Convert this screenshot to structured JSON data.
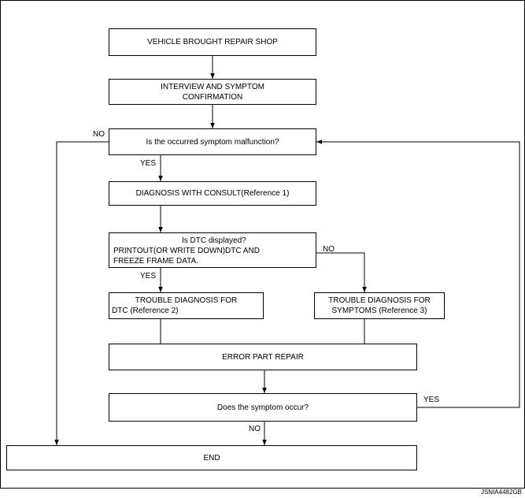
{
  "nodes": {
    "start": "VEHICLE BROUGHT REPAIR SHOP",
    "interview_l1": "INTERVIEW AND SYMPTOM",
    "interview_l2": "CONFIRMATION",
    "q_malfunction": "Is the occurred symptom malfunction?",
    "diag_consult": "DIAGNOSIS WITH CONSULT(Reference 1)",
    "dtc_l1": "Is DTC displayed?",
    "dtc_l2": "PRINTOUT(OR WRITE DOWN)DTC AND",
    "dtc_l3": "FREEZE FRAME DATA.",
    "dtc_trouble_l1": "TROUBLE DIAGNOSIS FOR",
    "dtc_trouble_l2": "DTC (Reference 2)",
    "sym_trouble_l1": "TROUBLE DIAGNOSIS FOR",
    "sym_trouble_l2": "SYMPTOMS (Reference 3)",
    "repair": "ERROR PART REPAIR",
    "q_occur": "Does the symptom occur?",
    "end": "END"
  },
  "edges": {
    "no_1": "NO",
    "yes_1": "YES",
    "yes_2": "YES",
    "no_2": "NO",
    "yes_3": "YES",
    "no_3": "NO"
  },
  "figure_code": "JSNIA4482GB"
}
